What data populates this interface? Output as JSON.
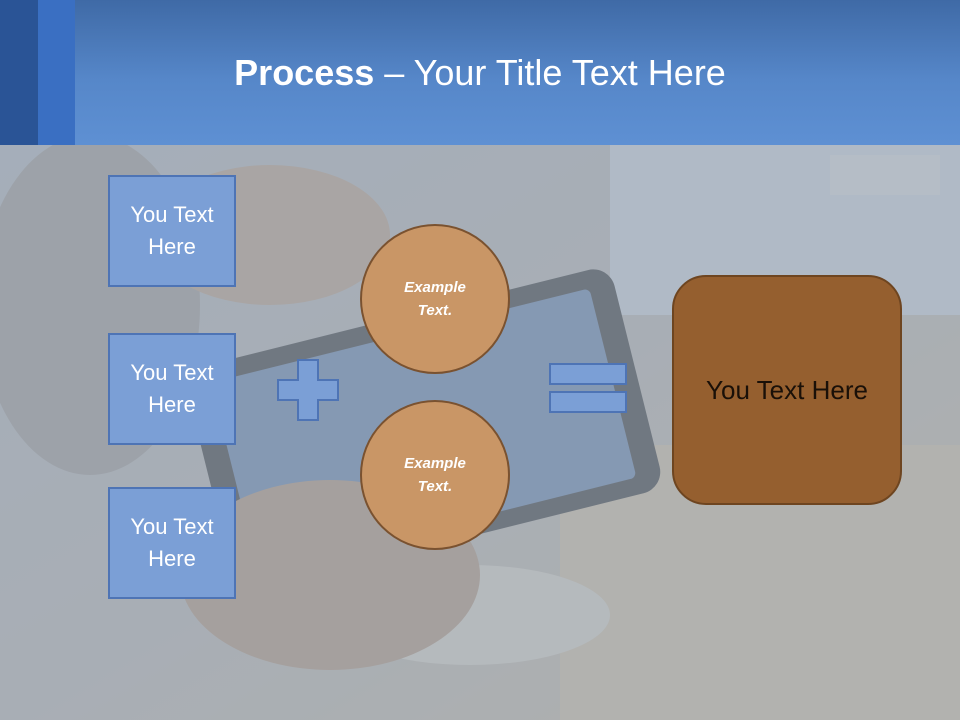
{
  "header": {
    "title_bold": "Process",
    "title_rest": " – Your Title Text Here"
  },
  "inputs": [
    {
      "label": "You Text Here"
    },
    {
      "label": "You Text Here"
    },
    {
      "label": "You Text Here"
    }
  ],
  "circles": [
    {
      "label": "Example Text."
    },
    {
      "label": "Example Text."
    }
  ],
  "result": {
    "label": "You Text Here"
  },
  "colors": {
    "header_blue": "#5687c9",
    "box_blue": "#7b9fd6",
    "box_border": "#4e74b5",
    "circle_fill": "#c99666",
    "result_fill": "#955f2f"
  }
}
